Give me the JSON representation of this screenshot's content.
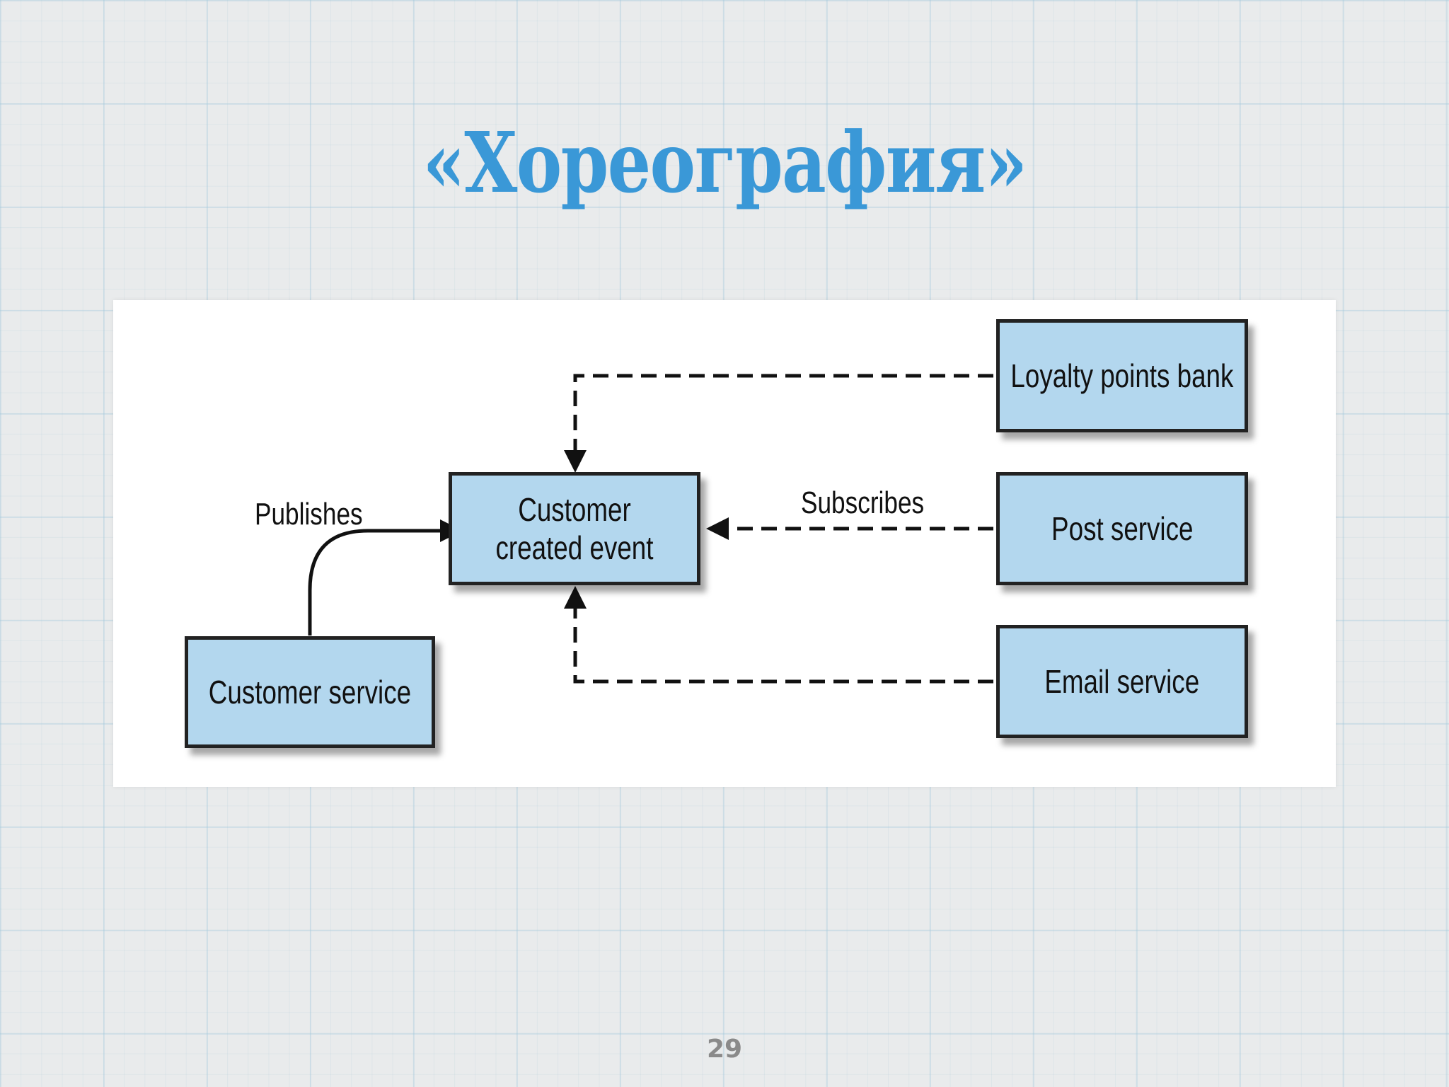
{
  "slide": {
    "title": "«Хореография»",
    "page_number": "29"
  },
  "diagram": {
    "nodes": {
      "customer_service": "Customer service",
      "customer_created_event": "Customer created event",
      "loyalty_points_bank": "Loyalty points bank",
      "post_service": "Post service",
      "email_service": "Email service"
    },
    "edge_labels": {
      "publishes": "Publishes",
      "subscribes": "Subscribes"
    },
    "colors": {
      "title": "#3a98d7",
      "node_fill": "#b3d7ee",
      "node_border": "#222222"
    }
  }
}
